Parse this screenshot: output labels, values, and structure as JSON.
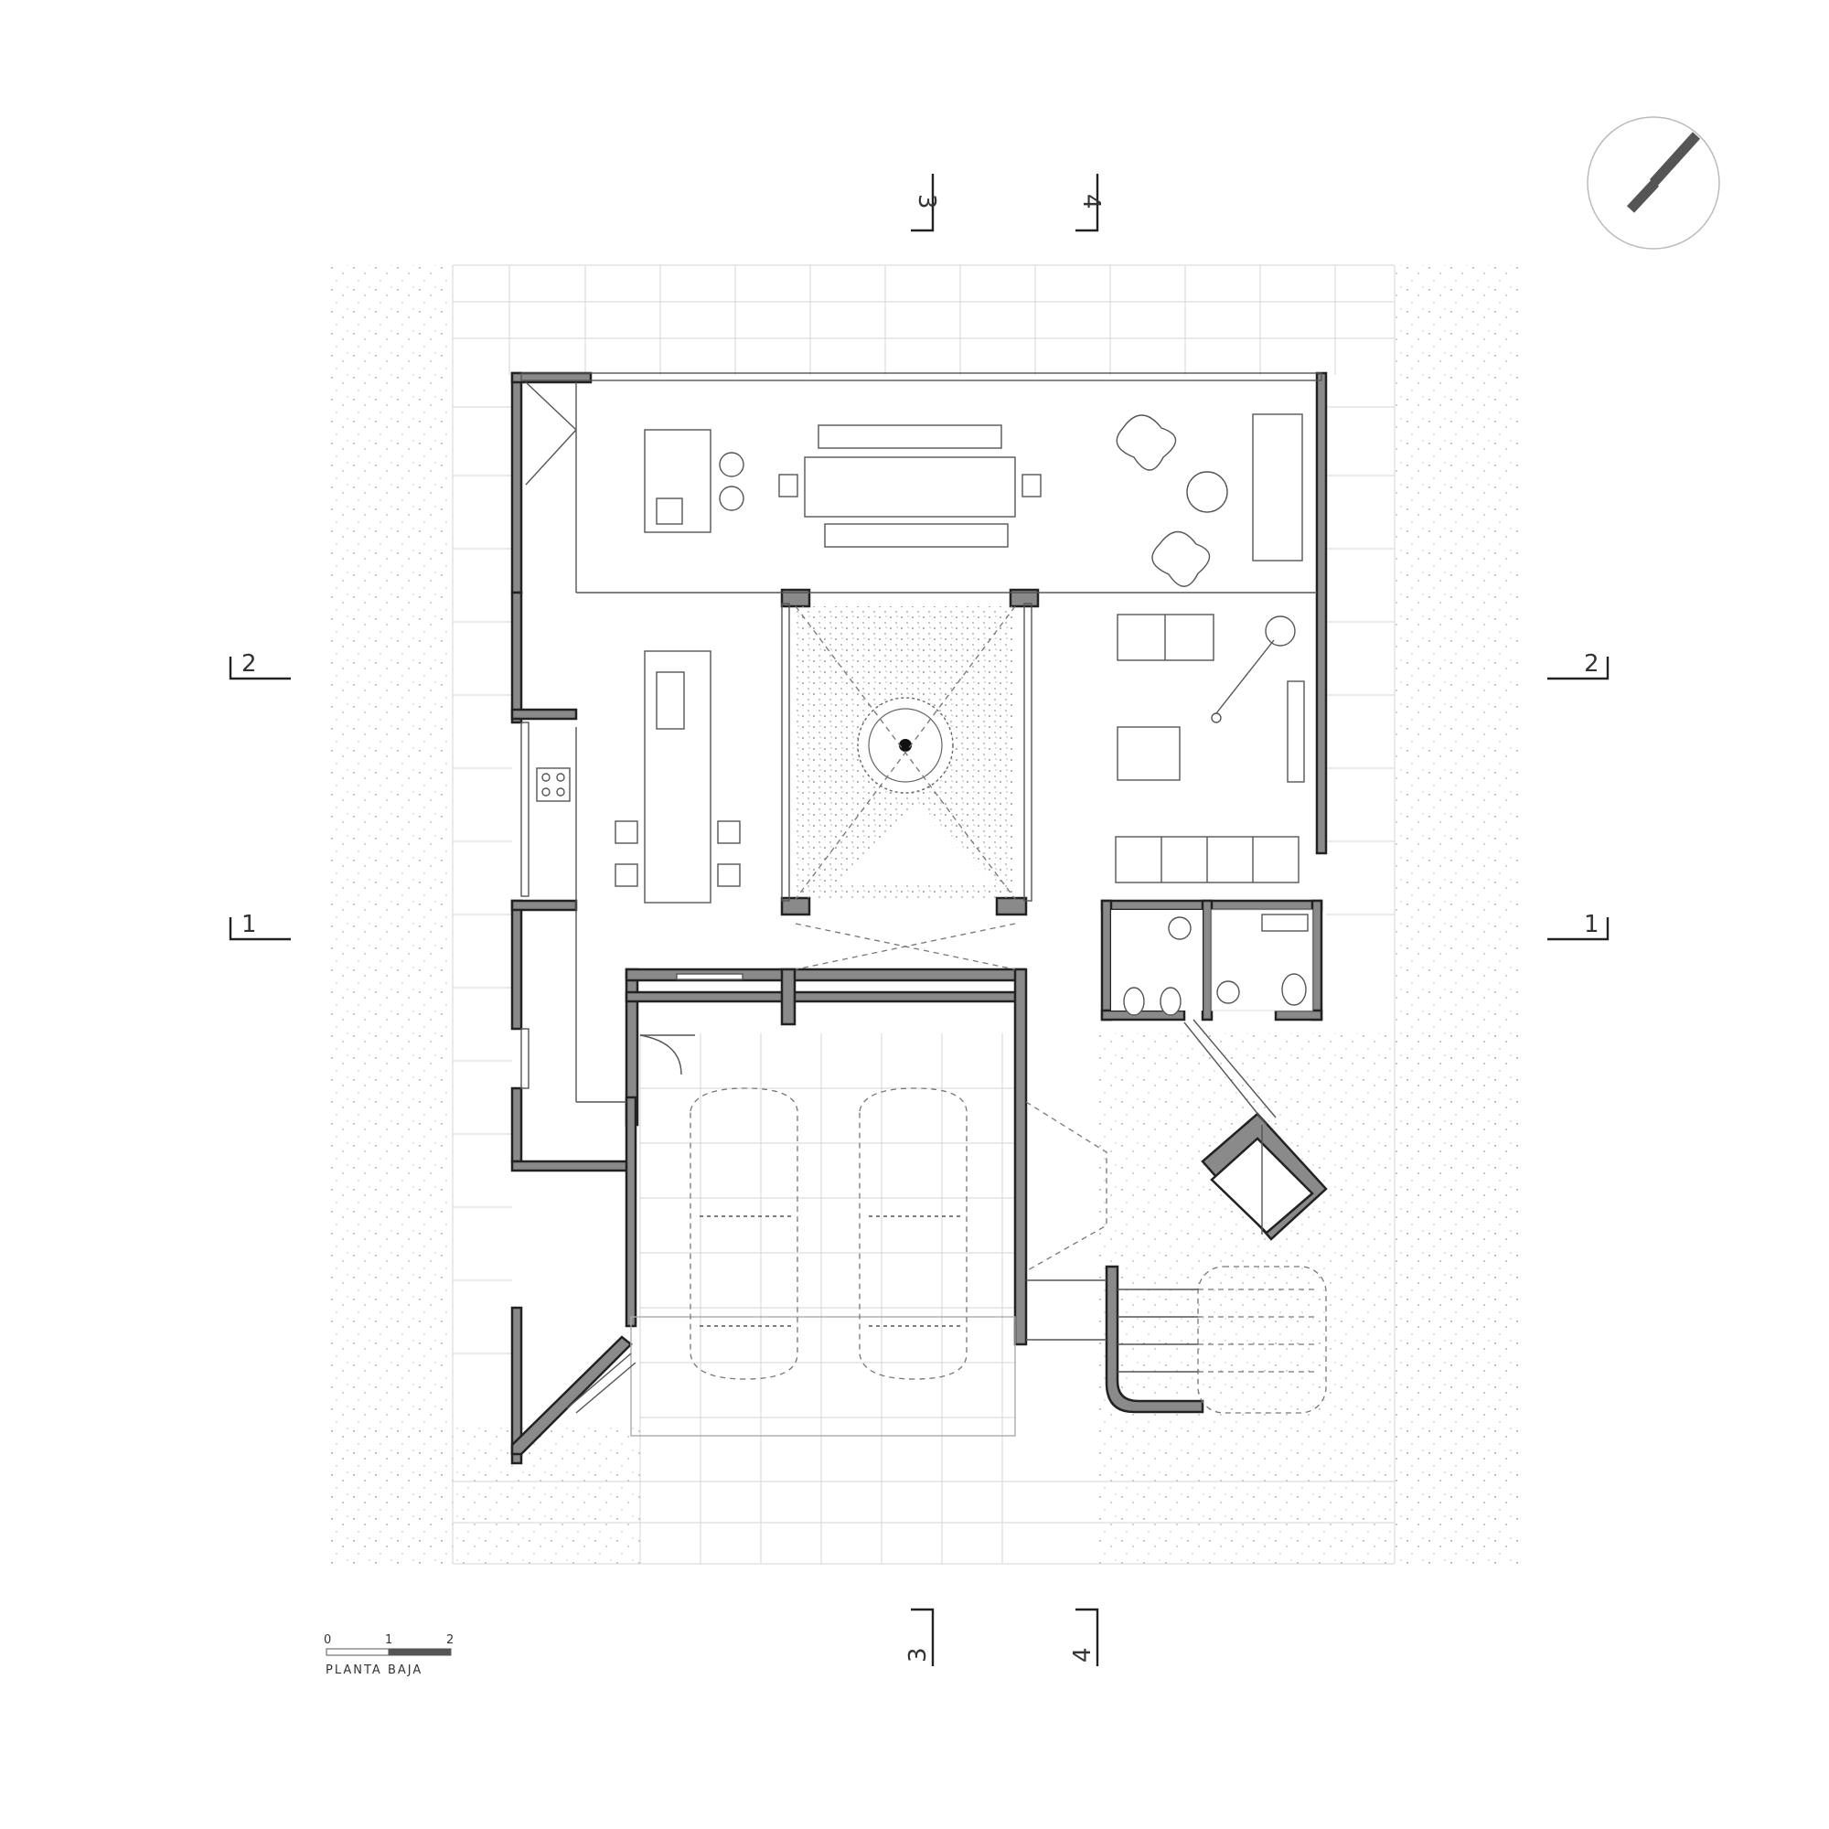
{
  "drawing": {
    "caption": "PLANTA BAJA",
    "scale_bar": {
      "ticks": [
        "0",
        "1",
        "2"
      ]
    },
    "north_arrow": {
      "icon": "north-arrow-icon"
    },
    "section_markers": {
      "left": [
        "2",
        "1"
      ],
      "right": [
        "2",
        "1"
      ],
      "top": [
        "3",
        "4"
      ],
      "bottom": [
        "3",
        "4"
      ]
    }
  },
  "colors": {
    "line": "#222222",
    "wall_fill": "#8a8a8a",
    "grid": "#d6d6d6",
    "ground_texture": "#b5b5b5"
  }
}
